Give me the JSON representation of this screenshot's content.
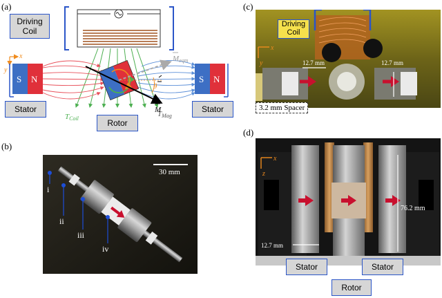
{
  "panels": {
    "a": {
      "label": "(a)",
      "driving_coil": "Driving\nCoil",
      "stator_left": "Stator",
      "stator_right": "Stator",
      "rotor": "Rotor",
      "magnet_s": "S",
      "magnet_n": "N",
      "axis_x": "x",
      "axis_y": "y",
      "t_coil": "T",
      "t_coil_sub": "Coil",
      "t_mag": "T",
      "t_mag_sub": "Mag",
      "m_eqm": "M",
      "m_eqm_sub": "eqm",
      "m_vec": "M",
      "theta": "θ"
    },
    "b": {
      "label": "(b)",
      "scale_bar": "30 mm",
      "markers": [
        "i",
        "ii",
        "iii",
        "iv"
      ]
    },
    "c": {
      "label": "(c)",
      "driving_coil": "Driving\nCoil",
      "axis_x": "x",
      "axis_y": "y",
      "meas_h": "12.7 mm",
      "meas_v": "12.7 mm",
      "spacer": "3.2 mm Spacer"
    },
    "d": {
      "label": "(d)",
      "axis_x": "x",
      "axis_z": "z",
      "meas_height": "76.2 mm",
      "meas_width": "12.7 mm",
      "stator_left": "Stator",
      "stator_right": "Stator",
      "rotor": "Rotor"
    }
  },
  "colors": {
    "box_border": "#2a55c8",
    "box_fill": "#d6d6d6",
    "magnet_s": "#3d6fc4",
    "magnet_n": "#e0303a",
    "field_red": "#e8505a",
    "field_blue": "#5b8fd8",
    "coil_green": "#4caf50",
    "axis_orange": "#f08c1e"
  }
}
